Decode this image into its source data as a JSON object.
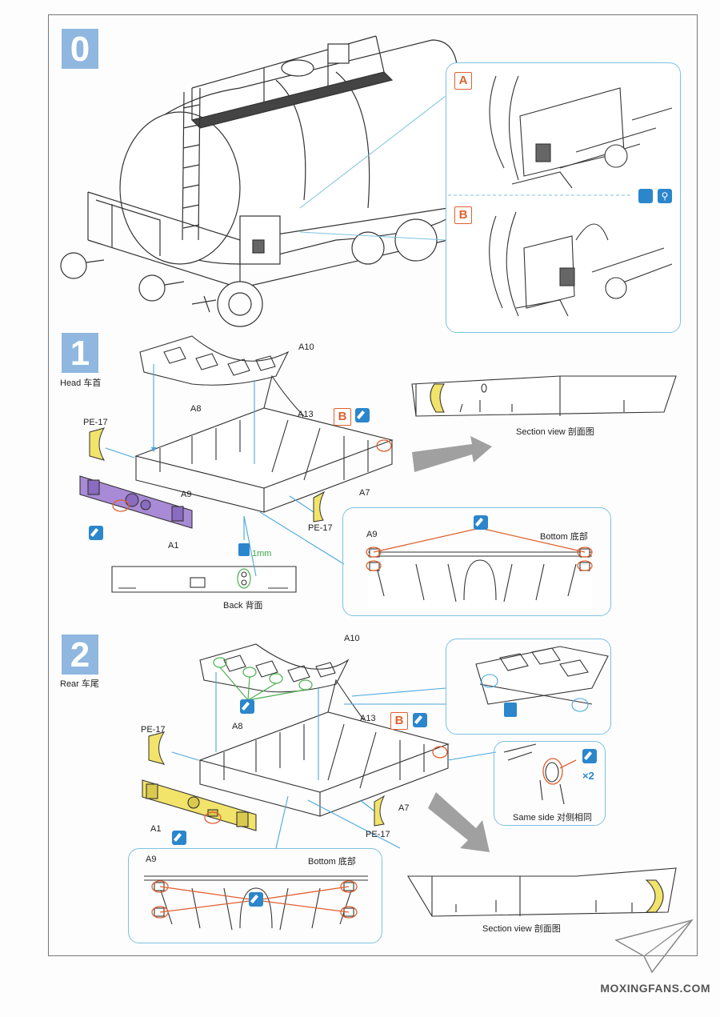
{
  "steps": {
    "s0": {
      "number": "0"
    },
    "s1": {
      "number": "1",
      "title": "Head 车首"
    },
    "s2": {
      "number": "2",
      "title": "Rear 车尾"
    }
  },
  "step0": {
    "variant_a": "A",
    "variant_b": "B"
  },
  "step1": {
    "labels": {
      "a10": "A10",
      "a8": "A8",
      "a13": "A13",
      "pe17_left": "PE-17",
      "pe17_right": "PE-17",
      "a9": "A9",
      "a7": "A7",
      "a1": "A1",
      "b_badge": "B"
    },
    "section_view": "Section view 剖面图",
    "back_view": "Back 背面",
    "drill_depth": "1mm",
    "bottom_panel": {
      "a9": "A9",
      "title": "Bottom 底部"
    }
  },
  "step2": {
    "labels": {
      "a10": "A10",
      "a8": "A8",
      "a13": "A13",
      "pe17_left": "PE-17",
      "pe17_right": "PE-17",
      "a1": "A1",
      "a7": "A7",
      "b_badge": "B"
    },
    "same_side": "Same side 对侧相同",
    "multiplier": "×2",
    "section_view": "Section view 剖面图",
    "bottom_panel": {
      "a9": "A9",
      "title": "Bottom 底部"
    }
  },
  "watermark": "MOXINGFANS.COM",
  "colors": {
    "step_box": "#8fb7e0",
    "panel_border": "#7cc3e0",
    "badge": "#e06030",
    "highlight_purple": "#a98ad6",
    "highlight_yellow": "#f2e36a",
    "arrow_blue": "#4aa8dc"
  }
}
